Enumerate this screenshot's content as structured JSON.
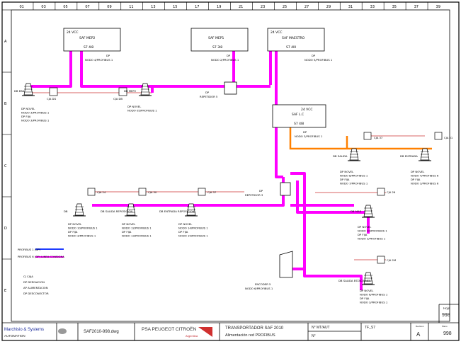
{
  "grid": {
    "columns": [
      "01",
      "03",
      "05",
      "07",
      "09",
      "11",
      "13",
      "15",
      "17",
      "19",
      "21",
      "23",
      "25",
      "27",
      "29",
      "31",
      "33",
      "35",
      "37",
      "39"
    ],
    "rows": [
      "A",
      "B",
      "C",
      "D",
      "E"
    ]
  },
  "colors": {
    "profibus_dp": "#ff00ff",
    "profibus_dp_secondary": "#1f3cff",
    "branch_line": "#ff8000",
    "thin_link": "#cc3333",
    "frame": "#000000"
  },
  "panels": [
    {
      "id": "mep2",
      "supply": "24 VCC",
      "name": "SAF MEP2",
      "io": "S7 4l8"
    },
    {
      "id": "mep1",
      "supply": "",
      "name": "SAF MEP1",
      "io": "S7 3l8"
    },
    {
      "id": "maestro",
      "supply": "24 VCC",
      "name": "SAF MAESTRO",
      "io": "S7 4l0"
    },
    {
      "id": "lc",
      "supply": "24 VCC",
      "name": "SAF L.C",
      "io": "S7 4l8"
    }
  ],
  "stations": [
    {
      "id": "s1",
      "title": "DB EBA",
      "lines": [
        "DP NOVEL",
        "NODO 3/PROFIBUS 1",
        "DP FIJA",
        "NODO 3/PROFIBUS 1"
      ]
    },
    {
      "id": "s2",
      "title": "DB MEP2",
      "lines": [
        "DP NOVEL",
        "NODO 05/PROFIBUS 1"
      ]
    },
    {
      "id": "s3",
      "title": "DB SALIDA",
      "lines": [
        "DP NOVEL",
        "NODO 8/PROFIBUS 1",
        "DP FIJA",
        "NODO 7/PROFIBUS 1"
      ]
    },
    {
      "id": "s4",
      "title": "DB ENTRADA",
      "lines": [
        "DP NOVEL",
        "NODO 4/PROFIBUS 6",
        "DP FIJA",
        "NODO 3/PROFIBUS 6"
      ]
    },
    {
      "id": "s5",
      "title": "DB",
      "lines": [
        "DP NOVEL",
        "NODO 10/PROFIBUS 1",
        "DP FIJA",
        "NODO 3/PROFIBUS 1"
      ]
    },
    {
      "id": "s6",
      "title": "DB SALIDA REPOSICION",
      "lines": [
        "DP NOVEL",
        "NODO 12/PROFIBUS 1",
        "DP FIJA",
        "NODO 13/PROFIBUS 1"
      ]
    },
    {
      "id": "s7",
      "title": "DB ENTRADA REPOSICION",
      "lines": [
        "DP NOVEL",
        "NODO 14/PROFIBUS 1",
        "DP FIJA",
        "NODO 15/PROFIBUS 1"
      ]
    },
    {
      "id": "s8",
      "title": "DB MAS",
      "lines": [
        "DP NOVEL",
        "NODO 10/PROFIBUS 1",
        "DP FIJA",
        "NODO 3/PROFIBUS 1"
      ]
    },
    {
      "id": "s9",
      "title": "DB SALIDA ESTACIONES",
      "lines": [
        "DP NOVEL",
        "NODO 6/PROFIBUS 1",
        "DP FIJA",
        "NODO 3/PROFIBUS 1"
      ]
    }
  ],
  "labels": {
    "mep1_below": [
      "DP",
      "NODO 2/PROFIBUS 1"
    ],
    "mep2_below": [
      "DP",
      "NODO 4/PROFIBUS 1"
    ],
    "maestro_below": [
      "DP",
      "NODO 5/PROFIBUS 1"
    ],
    "lc_below": [
      "DP",
      "NODO 3/PROFIBUS 1"
    ],
    "repetidor5": [
      "DP",
      "REPETIDOR 5"
    ],
    "repetidor3": [
      "DP",
      "REPETIDOR 3"
    ],
    "encoder5": [
      "ENCODER 5",
      "NODO 6/PROFIBUS 1"
    ],
    "caja": [
      "CJA DG",
      "CJA DB",
      "CJA 37",
      "CJA 01",
      "CJA 24",
      "CJA 30",
      "CJA 37",
      "CJA 26",
      "CJA 2M"
    ]
  },
  "legend": {
    "items": [
      {
        "label": "PROFIBUS 1 (DP)",
        "color": "#1f3cff"
      },
      {
        "label": "PROFIBUS 6 (DP) LINEA CONSIGNA",
        "color": "#ff00ff"
      }
    ],
    "symbols": [
      "CJ CAJA",
      "DP DERIVACION",
      "AP ALIMENTACION",
      "DP DESCONECTOR"
    ]
  },
  "title_block": {
    "company": "Marchisio & Systems",
    "company_sub": "AUTOMATION",
    "drawing_file": "SAF2010-998.dwg",
    "client": "PSA PEUGEOT CITROËN",
    "client_sub": "Argentina",
    "title": "TRANSPORTADOR SAF 2010",
    "subtitle": "Alimentación red PROFIBUS",
    "ref1": "N° MT/AUT",
    "ref2": "N°",
    "ref3": "TF_S7",
    "rev_label": "Revision",
    "rev": "A",
    "sheet_label": "Hoja",
    "sheet": "998",
    "plan_label": "Plano",
    "plan": "998"
  }
}
